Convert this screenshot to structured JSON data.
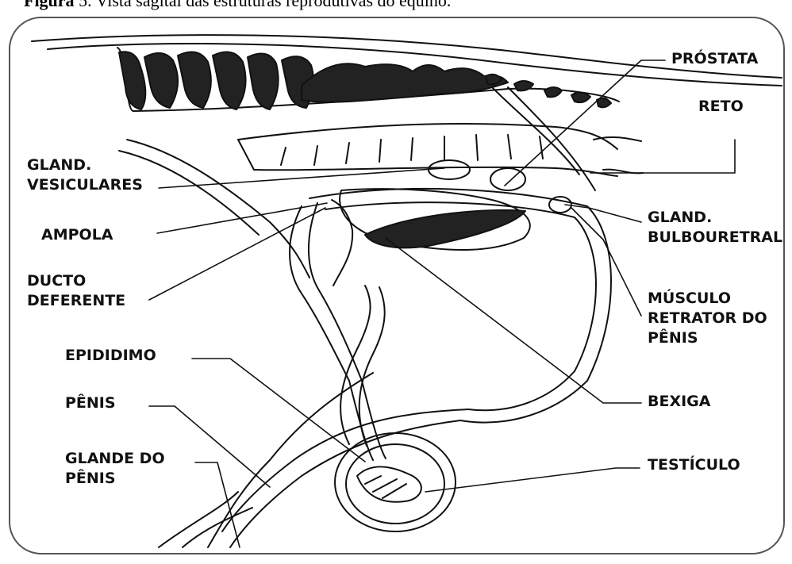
{
  "caption": {
    "prefix": "Figura",
    "text": " 5. Vista sagital das estruturas reprodutivas do equino."
  },
  "labels": {
    "prostata": "PRÓSTATA",
    "reto": "RETO",
    "gland_vesiculares": [
      "GLAND.",
      "VESICULARES"
    ],
    "ampola": "AMPOLA",
    "ducto_deferente": [
      "DUCTO",
      "DEFERENTE"
    ],
    "epididimo": "EPIDIDIMO",
    "penis": "PÊNIS",
    "glande_do_penis": [
      "GLANDE DO",
      "PÊNIS"
    ],
    "gland_bulbouretral": [
      "GLAND.",
      "BULBOURETRAL"
    ],
    "musculo_retrator": [
      "MÚSCULO",
      "RETRATOR DO",
      "PÊNIS"
    ],
    "bexiga": "BEXIGA",
    "testiculo": "TESTÍCULO"
  },
  "colors": {
    "ink": "#111111",
    "frame": "#555555",
    "background": "#ffffff"
  }
}
